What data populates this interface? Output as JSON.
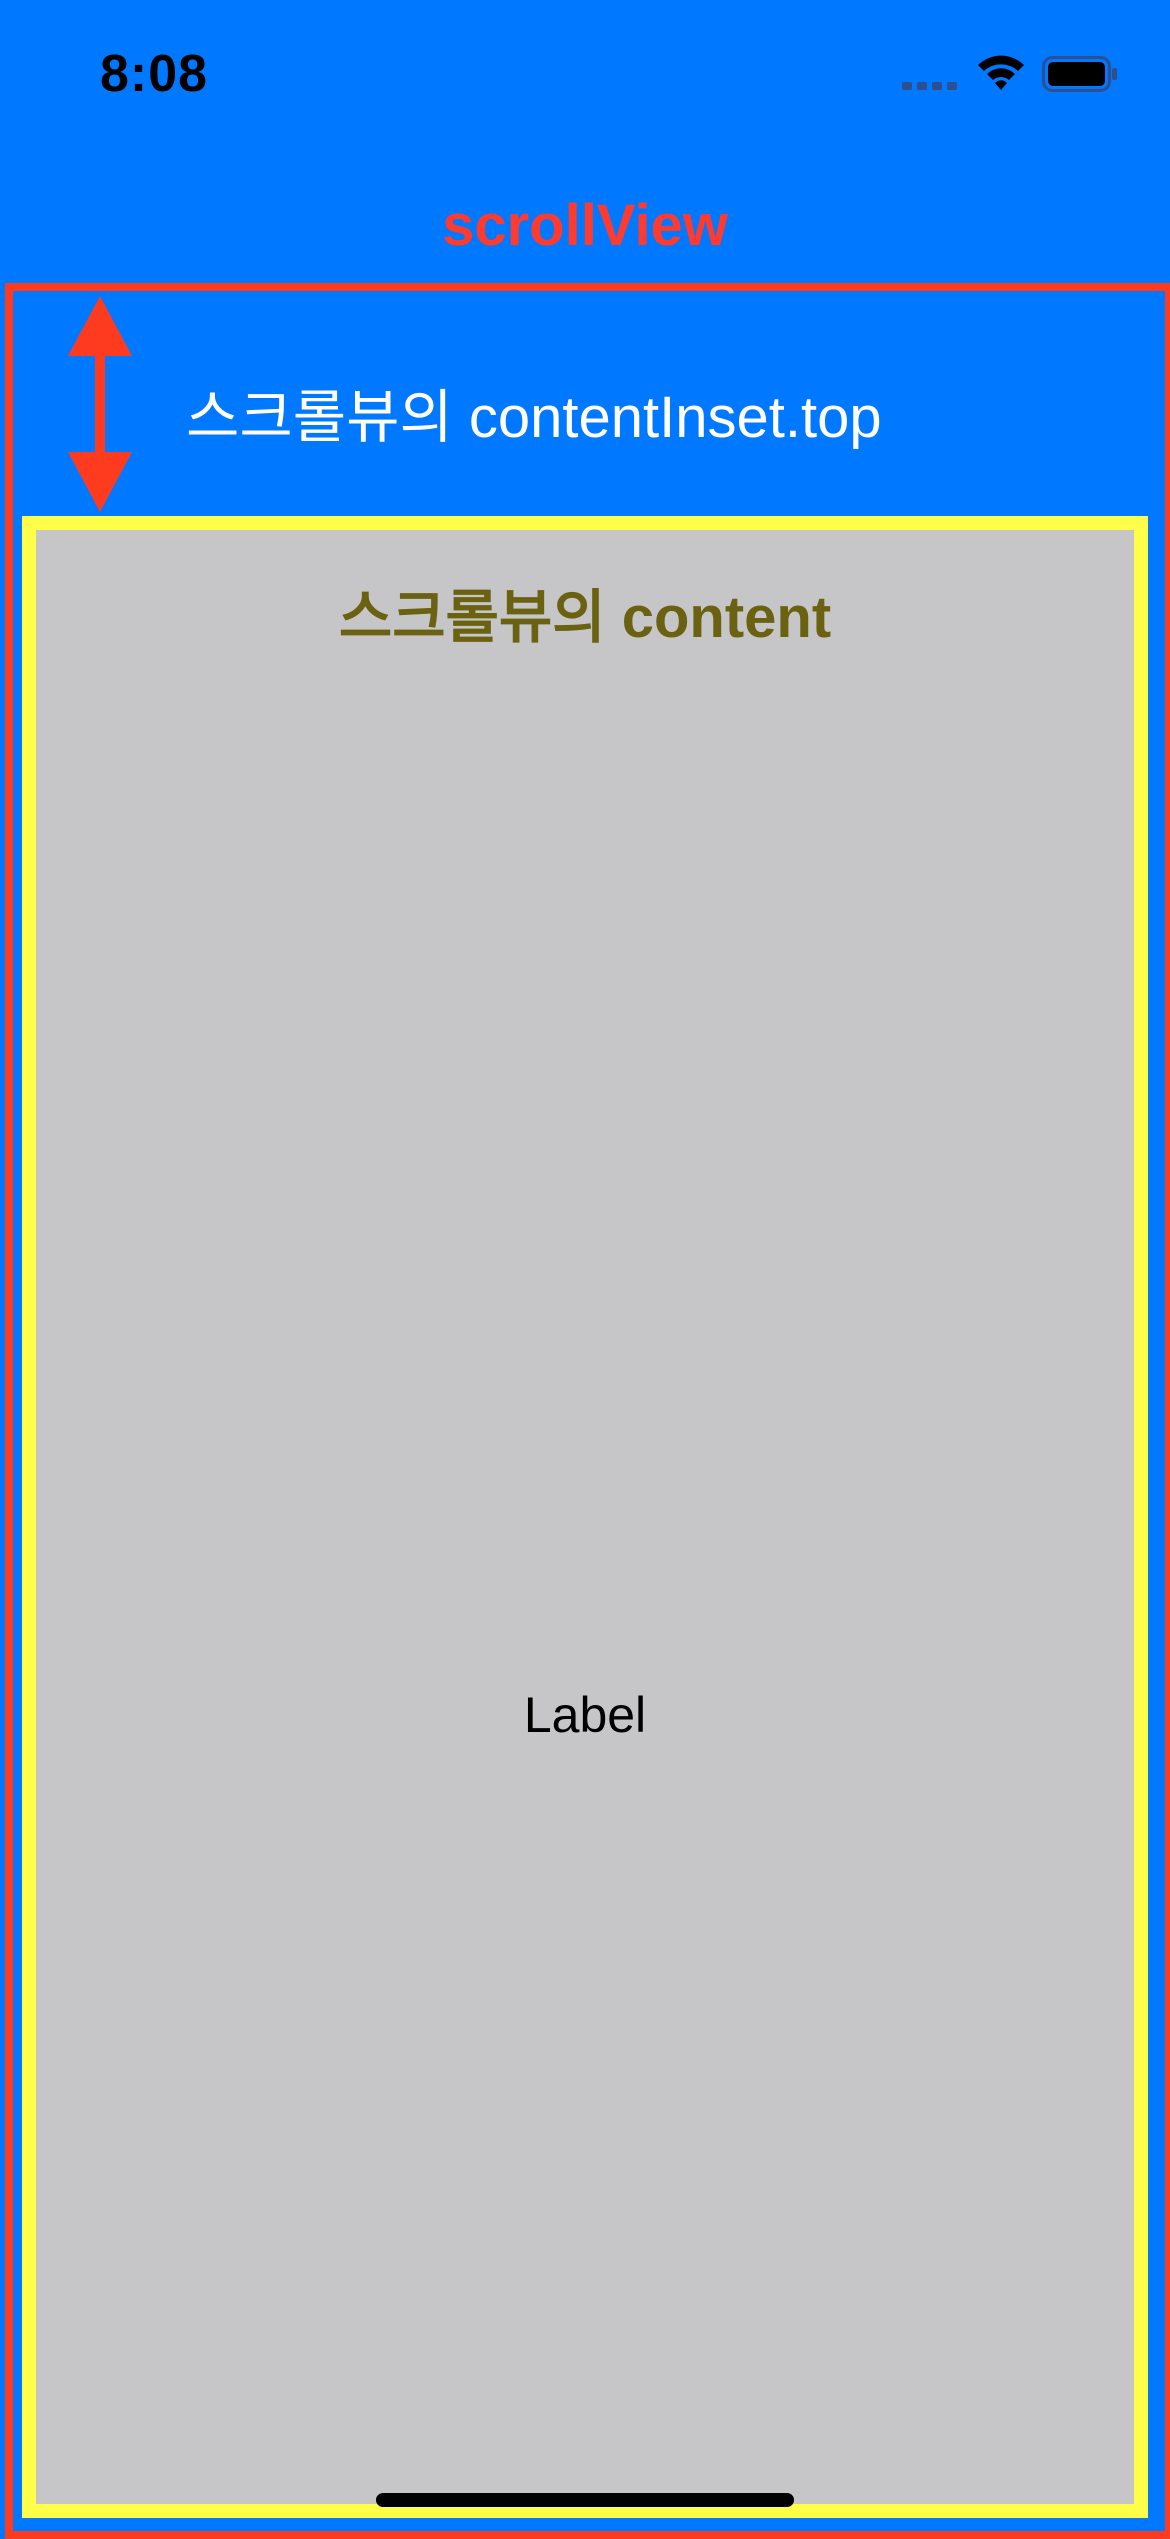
{
  "status_bar": {
    "time": "8:08",
    "icons": [
      "signal-icon",
      "wifi-icon",
      "battery-icon"
    ]
  },
  "annotations": {
    "scroll_view_title": "scrollView",
    "content_inset_label": "스크롤뷰의 contentInset.top",
    "content_title": "스크롤뷰의 content"
  },
  "content": {
    "center_label": "Label"
  },
  "colors": {
    "background": "#0078FF",
    "scroll_view_frame": "#FF3B1F",
    "content_border": "#FFFF4A",
    "content_background": "#C6C6C8",
    "annotation_red": "#FF3B30",
    "content_title_color": "#6B6211"
  }
}
